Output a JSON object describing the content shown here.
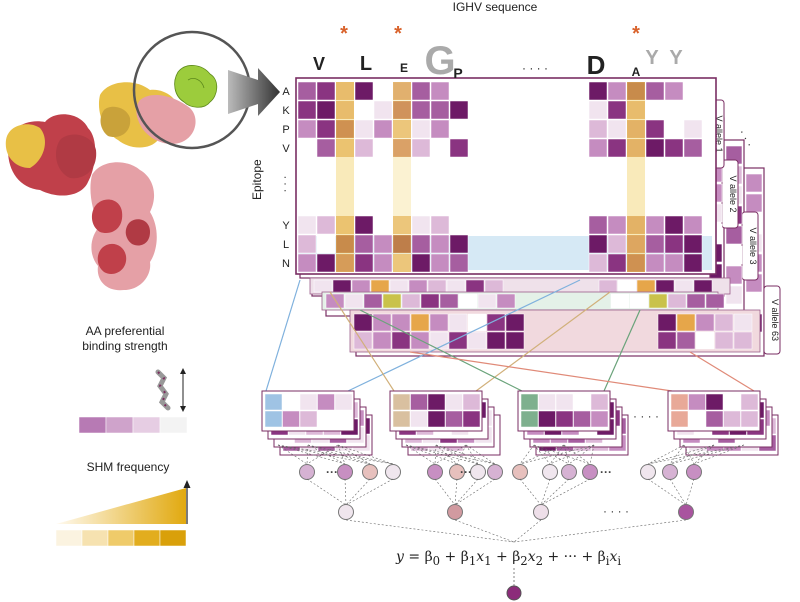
{
  "header": {
    "title": "IGHV sequence"
  },
  "sequence_logo": {
    "letters": [
      "V",
      "L",
      "E",
      "G",
      "P",
      "D",
      "A",
      "Y",
      "Y"
    ],
    "ellipsis": "· · · ·",
    "star": "*",
    "star_color": "#d9622b"
  },
  "epitope": {
    "axis_label": "Epitope",
    "rows_top": [
      "A",
      "K",
      "P",
      "V"
    ],
    "dots": "·  ·  ·",
    "rows_bottom": [
      "Y",
      "L",
      "N"
    ]
  },
  "alleles": [
    "V allele 1",
    "V allele 2",
    "V allele 3",
    "V allele 63"
  ],
  "legend": {
    "binding_title_line1": "AA preferential",
    "binding_title_line2": "binding strength",
    "binding_colors": [
      "#b77ab4",
      "#cfa3cb",
      "#e6cde3",
      "#f3f3f3"
    ],
    "shm_title": "SHM frequency",
    "shm_colors": [
      "#fbf3e0",
      "#f6e2b0",
      "#efcb6a",
      "#e2ad1e",
      "#d9a00a"
    ]
  },
  "lower": {
    "ellipsis": "· · · ·"
  },
  "equation": {
    "y": "y",
    "eq": " = ",
    "b0": "β",
    "b0_sub": "0",
    "plus": " + ",
    "b1": "β",
    "b1_sub": "1",
    "x1": "x",
    "x1_sub": "1",
    "b2": "β",
    "b2_sub": "2",
    "x2": "x",
    "x2_sub": "2",
    "dots": " + ··· + ",
    "bi": "β",
    "bi_sub": "i",
    "xi": "x",
    "xi_sub": "i"
  },
  "colors": {
    "frame": "#7a2e63",
    "purple_dark": "#7b2173",
    "purple_mid": "#a55ea0",
    "purple_light": "#d9b3d6",
    "yellow": "#f2d36b",
    "blue_band": "#cfe5f3",
    "antibody_red": "#c0404a",
    "antibody_pink": "#e5a0a6",
    "antibody_gold": "#e8c046",
    "antigen_green": "#9ccc3c"
  }
}
